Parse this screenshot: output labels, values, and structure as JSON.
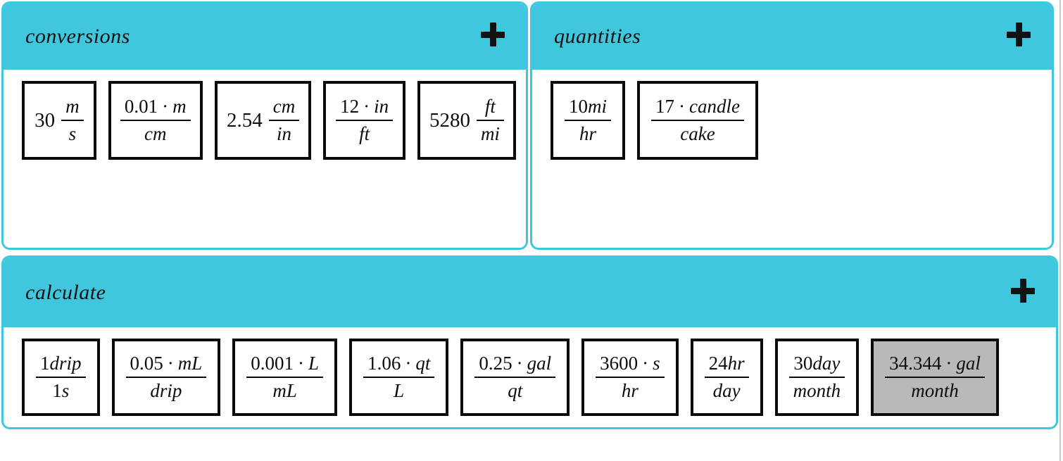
{
  "page": {
    "accent_color": "#40c7de",
    "highlight_color": "#b9b9b9",
    "card_border_color": "#0a0a0a",
    "edge_line_color": "#c9c9c9",
    "background_color": "#ffffff"
  },
  "icons": {
    "panel_action": "plus-icon"
  },
  "panels": [
    {
      "title": "conversions",
      "cards": [
        {
          "coeff": "30",
          "numerator": "m",
          "denominator": "s",
          "highlighted": false
        },
        {
          "coeff": "",
          "numerator": "0.01 · m",
          "denominator": "cm",
          "highlighted": false
        },
        {
          "coeff": "2.54",
          "numerator": "cm",
          "denominator": "in",
          "highlighted": false
        },
        {
          "coeff": "",
          "numerator": "12 · in",
          "denominator": "ft",
          "highlighted": false
        },
        {
          "coeff": "5280",
          "numerator": "ft",
          "denominator": "mi",
          "highlighted": false
        }
      ]
    },
    {
      "title": "quantities",
      "cards": [
        {
          "coeff": "",
          "numerator": "10mi",
          "denominator": "hr",
          "highlighted": false
        },
        {
          "coeff": "",
          "numerator": "17 · candle",
          "denominator": "cake",
          "highlighted": false
        }
      ]
    },
    {
      "title": "calculate",
      "cards": [
        {
          "coeff": "",
          "numerator": "1drip",
          "denominator": "1s",
          "highlighted": false
        },
        {
          "coeff": "",
          "numerator": "0.05 · mL",
          "denominator": "drip",
          "highlighted": false
        },
        {
          "coeff": "",
          "numerator": "0.001 · L",
          "denominator": "mL",
          "highlighted": false
        },
        {
          "coeff": "",
          "numerator": "1.06 · qt",
          "denominator": "L",
          "highlighted": false
        },
        {
          "coeff": "",
          "numerator": "0.25 · gal",
          "denominator": "qt",
          "highlighted": false
        },
        {
          "coeff": "",
          "numerator": "3600 · s",
          "denominator": "hr",
          "highlighted": false
        },
        {
          "coeff": "",
          "numerator": "24hr",
          "denominator": "day",
          "highlighted": false
        },
        {
          "coeff": "",
          "numerator": "30day",
          "denominator": "month",
          "highlighted": false
        },
        {
          "coeff": "",
          "numerator": "34.344 · gal",
          "denominator": "month",
          "highlighted": true
        }
      ]
    }
  ]
}
